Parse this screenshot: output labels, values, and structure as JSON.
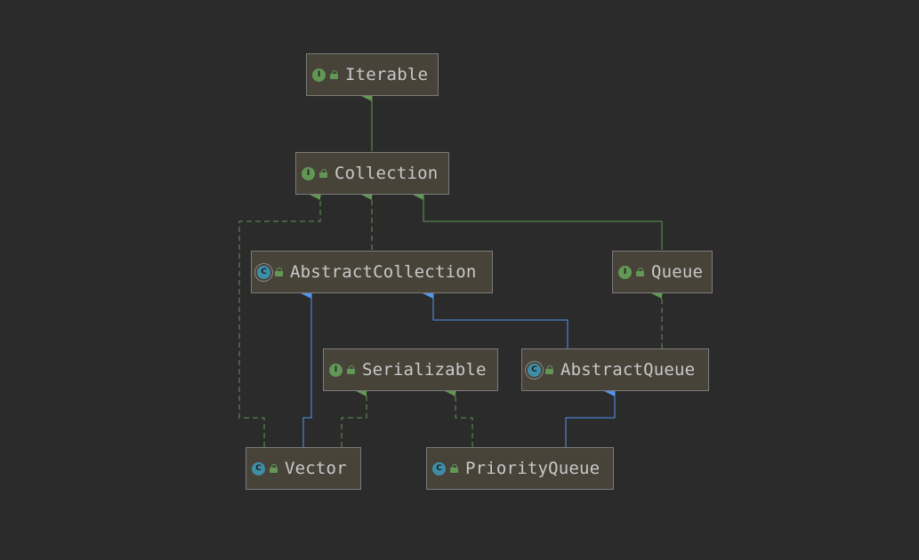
{
  "nodes": {
    "iterable": {
      "name": "Iterable",
      "kind": "I"
    },
    "collection": {
      "name": "Collection",
      "kind": "I"
    },
    "abstract_collection": {
      "name": "AbstractCollection",
      "kind": "C"
    },
    "queue": {
      "name": "Queue",
      "kind": "I"
    },
    "serializable": {
      "name": "Serializable",
      "kind": "I"
    },
    "abstract_queue": {
      "name": "AbstractQueue",
      "kind": "C"
    },
    "vector": {
      "name": "Vector",
      "kind": "C"
    },
    "priority_queue": {
      "name": "PriorityQueue",
      "kind": "C"
    }
  },
  "edges": [
    {
      "from": "Collection",
      "to": "Iterable",
      "relation": "extends"
    },
    {
      "from": "AbstractCollection",
      "to": "Collection",
      "relation": "implements"
    },
    {
      "from": "Queue",
      "to": "Collection",
      "relation": "extends"
    },
    {
      "from": "Vector",
      "to": "Collection",
      "relation": "implements"
    },
    {
      "from": "Vector",
      "to": "AbstractCollection",
      "relation": "extends"
    },
    {
      "from": "Vector",
      "to": "Serializable",
      "relation": "implements"
    },
    {
      "from": "AbstractQueue",
      "to": "AbstractCollection",
      "relation": "extends"
    },
    {
      "from": "AbstractQueue",
      "to": "Queue",
      "relation": "implements"
    },
    {
      "from": "PriorityQueue",
      "to": "Serializable",
      "relation": "implements"
    },
    {
      "from": "PriorityQueue",
      "to": "AbstractQueue",
      "relation": "extends"
    }
  ],
  "colors": {
    "background": "#2b2b2b",
    "node_fill": "#474339",
    "interface_edge": "#629755",
    "class_edge": "#5394ec"
  }
}
